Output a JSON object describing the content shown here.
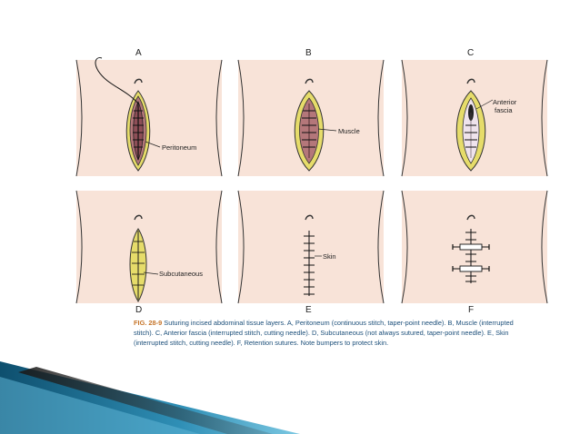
{
  "panels": {
    "A": {
      "letter": "A",
      "callout": "Peritoneum"
    },
    "B": {
      "letter": "B",
      "callout": "Muscle"
    },
    "C": {
      "letter": "C",
      "callout_line1": "Anterior",
      "callout_line2": "fascia"
    },
    "D": {
      "letter": "D",
      "callout": "Subcutaneous"
    },
    "E": {
      "letter": "E",
      "callout": "Skin"
    },
    "F": {
      "letter": "F"
    }
  },
  "caption": {
    "fig_label": "FIG. 28-9",
    "text": "Suturing incised abdominal tissue layers. A, Peritoneum (continuous stitch, taper-point needle). B, Muscle (interrupted stitch). C, Anterior fascia (interrupted stitch, cutting needle). D, Subcutaneous (not always sutured, taper-point needle). E, Skin (interrupted stitch, cutting needle). F, Retention sutures. Note bumpers to protect skin."
  },
  "colors": {
    "skin": "#f8e3d8",
    "fat": "#e6dc6a",
    "muscle": "#b4777a",
    "peritoneum": "#8f4f58",
    "fascia": "#efe3ec",
    "caption_text": "#1c4f7a",
    "caption_fig": "#c6752a",
    "slide_blue_dark": "#0e4f6e",
    "slide_blue_light": "#5ab7d9"
  }
}
